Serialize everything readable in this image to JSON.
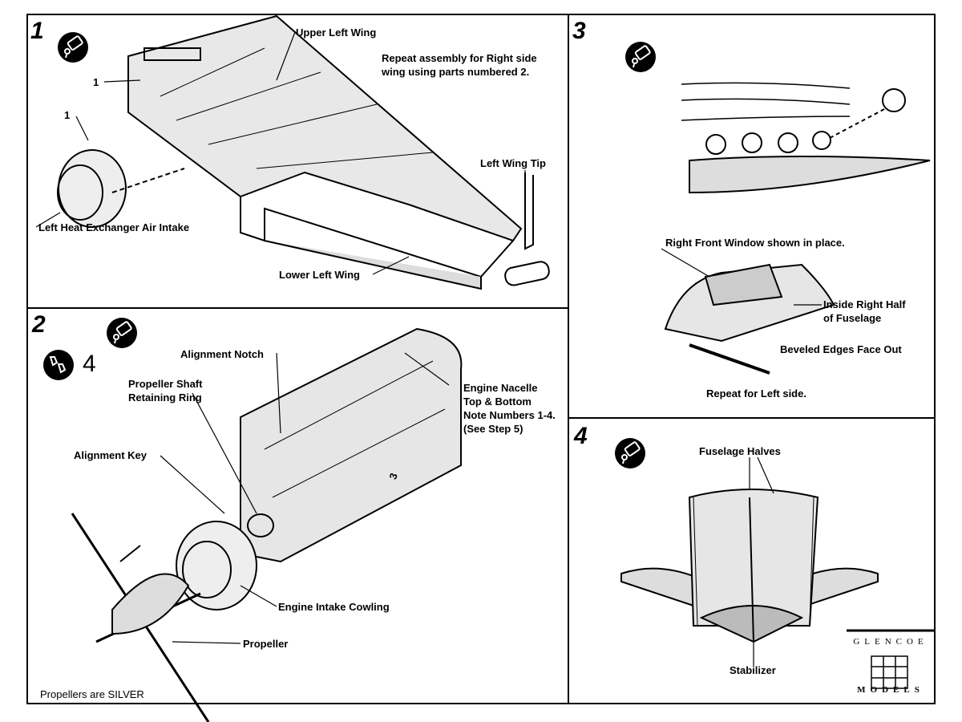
{
  "steps": [
    {
      "number": "1",
      "labels": {
        "upper_left_wing": "Upper Left Wing",
        "note_line1": "Repeat assembly for Right side",
        "note_line2": "wing using parts numbered 2.",
        "part_1a": "1",
        "part_1b": "1",
        "left_wing_tip": "Left Wing Tip",
        "air_intake": "Left Heat Exchanger Air Intake",
        "lower_left_wing": "Lower Left Wing"
      }
    },
    {
      "number": "2",
      "paint_badge": "4",
      "labels": {
        "alignment_notch": "Alignment Notch",
        "shaft_ring_line1": "Propeller Shaft",
        "shaft_ring_line2": "Retaining Ring",
        "nacelle_line1": "Engine Nacelle",
        "nacelle_line2": "Top & Bottom",
        "nacelle_line3": "Note Numbers 1-4.",
        "nacelle_line4": "(See Step 5)",
        "alignment_key": "Alignment Key",
        "intake_cowling": "Engine Intake Cowling",
        "propeller": "Propeller",
        "silver_note": "Propellers are SILVER",
        "part_3": "3"
      }
    },
    {
      "number": "3",
      "labels": {
        "front_window": "Right Front Window shown in place.",
        "inside_half_line1": "Inside Right Half",
        "inside_half_line2": "of Fuselage",
        "beveled": "Beveled Edges Face Out",
        "repeat_left": "Repeat for Left side."
      }
    },
    {
      "number": "4",
      "labels": {
        "fuselage_halves": "Fuselage Halves",
        "stabilizer": "Stabilizer"
      }
    }
  ],
  "logo": {
    "top": "GLENCOE",
    "bottom": "MODELS"
  },
  "icons": {
    "glue": "glue-tube-icon",
    "paint": "paint-drops-icon"
  }
}
